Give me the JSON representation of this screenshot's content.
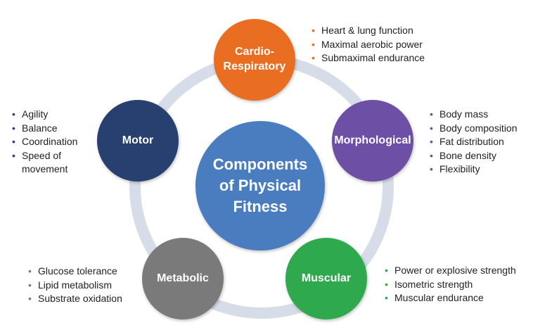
{
  "center": {
    "title": "Components\nof Physical\nFitness",
    "color": "#4a7cc0"
  },
  "ring_color": "#d6dde9",
  "components": [
    {
      "key": "cardio",
      "title": "Cardio-\nRespiratory",
      "color": "#ea6e22",
      "bullets": [
        "Heart & lung function",
        "Maximal aerobic power",
        "Submaximal endurance"
      ]
    },
    {
      "key": "morphological",
      "title": "Morphological",
      "color": "#6d4fa6",
      "bullets": [
        "Body mass",
        "Body composition",
        "Fat distribution",
        "Bone density",
        "Flexibility"
      ]
    },
    {
      "key": "muscular",
      "title": "Muscular",
      "color": "#2fa94d",
      "bullets": [
        "Power or explosive strength",
        "Isometric strength",
        "Muscular endurance"
      ]
    },
    {
      "key": "metabolic",
      "title": "Metabolic",
      "color": "#7a7a7a",
      "bullets": [
        "Glucose tolerance",
        "Lipid metabolism",
        "Substrate oxidation"
      ]
    },
    {
      "key": "motor",
      "title": "Motor",
      "color": "#27406f",
      "bullets": [
        "Agility",
        "Balance",
        "Coordination",
        "Speed of\nmovement"
      ]
    }
  ]
}
